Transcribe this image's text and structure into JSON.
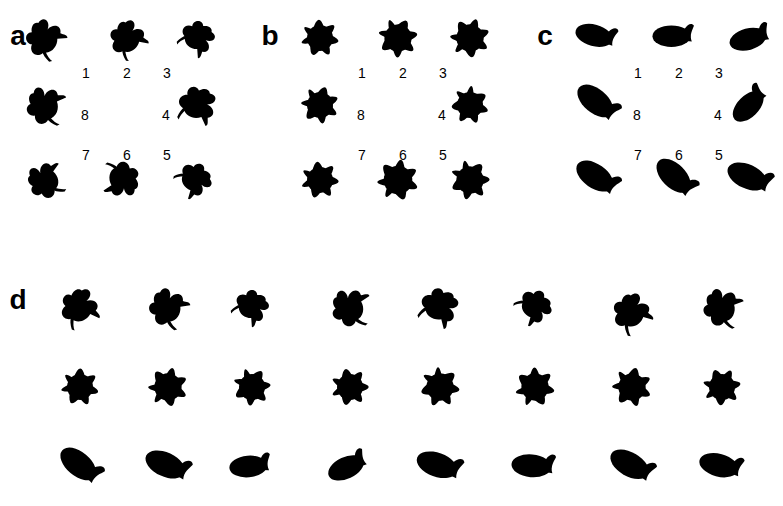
{
  "diagram": {
    "labels": [
      "a",
      "1",
      "2",
      "3",
      "8",
      "4",
      "7",
      "6",
      "5",
      "b",
      "1",
      "2",
      "3",
      "8",
      "4",
      "7",
      "6",
      "5",
      "c",
      "1",
      "2",
      "3",
      "8",
      "4",
      "7",
      "6",
      "5",
      "d"
    ]
  }
}
